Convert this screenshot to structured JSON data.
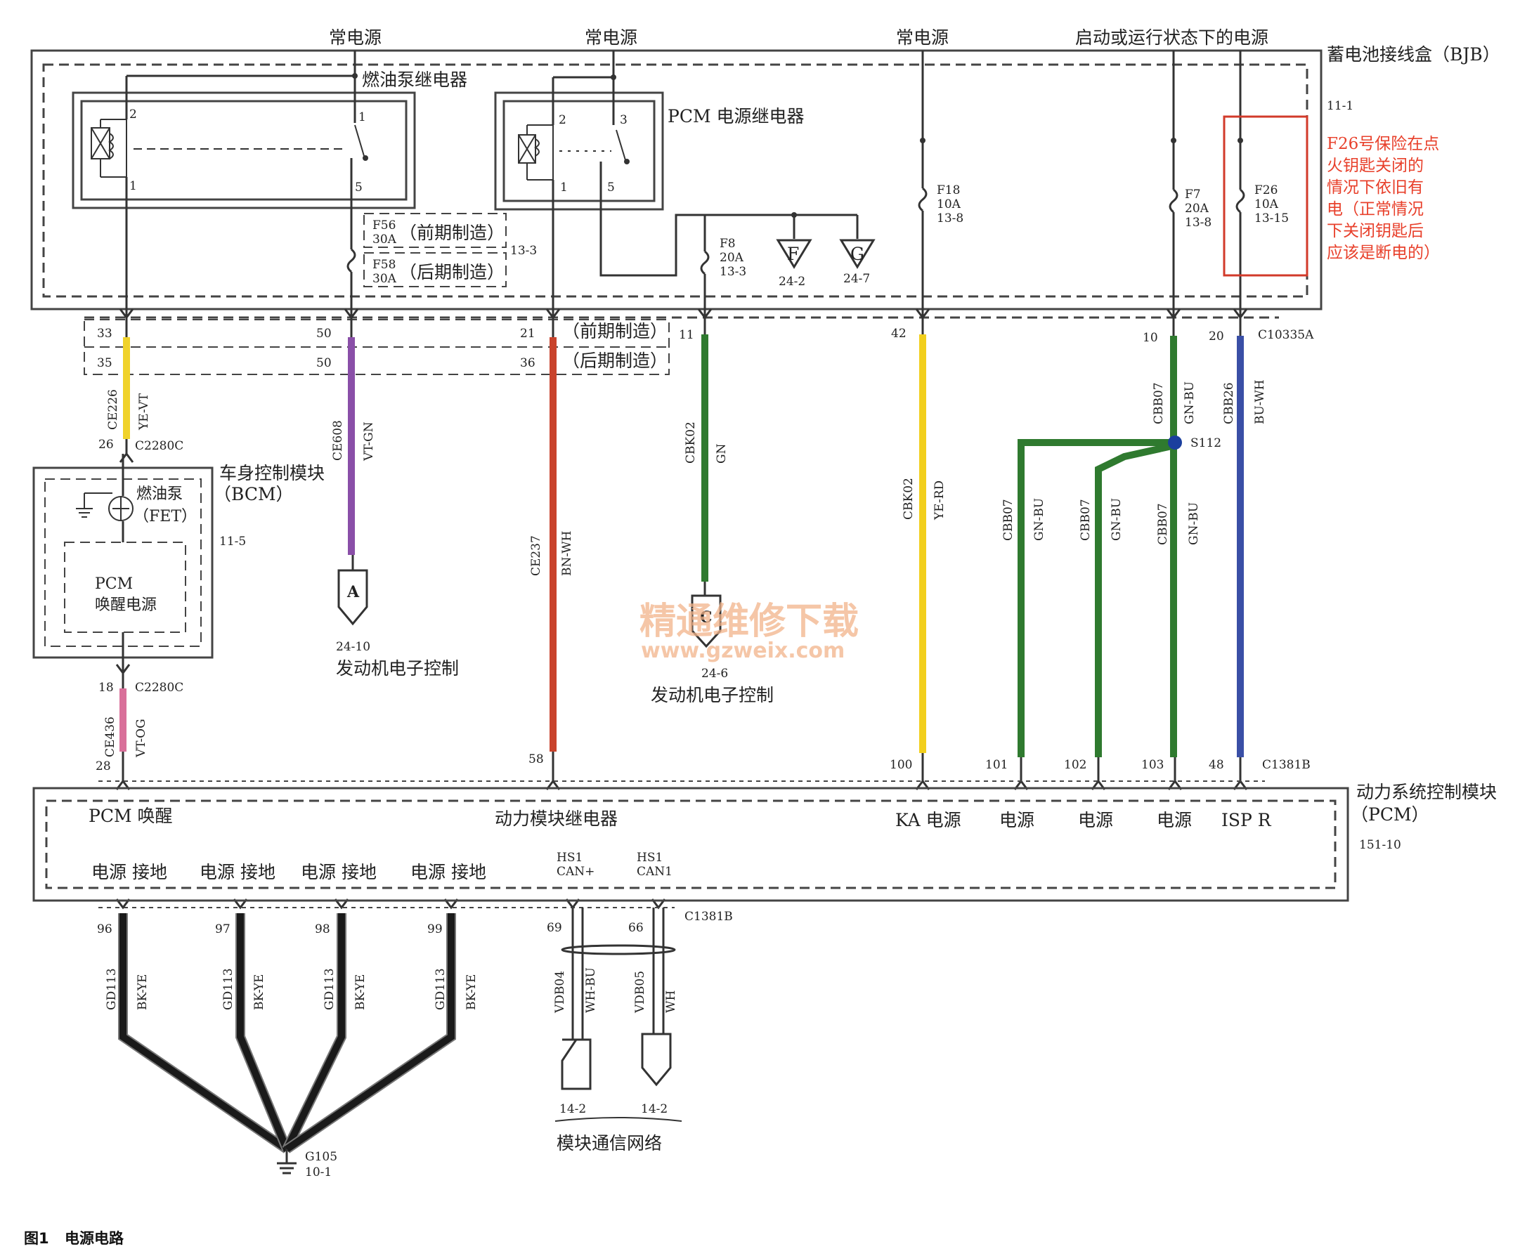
{
  "top_sources": {
    "s1": "常电源",
    "s2": "常电源",
    "s3": "常电源",
    "s4": "启动或运行状态下的电源"
  },
  "bjb": {
    "title": "蓄电池接线盒（BJB）",
    "ref": "11-1",
    "fuel_relay": "燃油泵继电器",
    "pcm_relay": "PCM 电源继电器",
    "relay_pins": {
      "p1": "1",
      "p2": "2",
      "p3": "3",
      "p5": "5"
    },
    "f56": "F56\n30A",
    "early": "（前期制造）",
    "f58": "F58\n30A",
    "late": "（后期制造）",
    "ref_13_3": "13-3",
    "f8": [
      "F8",
      "20A",
      "13-3"
    ],
    "f18": [
      "F18",
      "10A",
      "13-8"
    ],
    "f7": [
      "F7",
      "20A",
      "13-8"
    ],
    "f26": [
      "F26",
      "10A",
      "13-15"
    ],
    "ground_f": "F",
    "ground_g": "G",
    "ref_24_2": "24-2",
    "ref_24_7": "24-7",
    "connector": "C10335A",
    "note": [
      "F26号保险在点",
      "火钥匙关闭的",
      "情况下依旧有",
      "电（正常情况",
      "下关闭钥匙后",
      "应该是断电的）"
    ]
  },
  "pins_top": {
    "p33": "33",
    "p35": "35",
    "p50a": "50",
    "p50b": "50",
    "p21": "21",
    "p36": "36",
    "p11": "11",
    "p42": "42",
    "p10": "10",
    "p20": "20",
    "early": "（前期制造）",
    "late": "（后期制造）"
  },
  "wires": {
    "ce226": [
      "CE226",
      "YE-VT"
    ],
    "ce608": [
      "CE608",
      "VT-GN"
    ],
    "ce237": [
      "CE237",
      "BN-WH"
    ],
    "cbk02a": [
      "CBK02",
      "GN"
    ],
    "cbk02b": [
      "CBK02",
      "YE-RD"
    ],
    "cbb07a": [
      "CBB07",
      "GN-BU"
    ],
    "cbb07b": [
      "CBB07",
      "GN-BU"
    ],
    "cbb07c": [
      "CBB07",
      "GN-BU"
    ],
    "cbb07d": [
      "CBB07",
      "GN-BU"
    ],
    "cbb26": [
      "CBB26",
      "BU-WH"
    ],
    "ce436": [
      "CE436",
      "VT-OG"
    ],
    "gd113": [
      "GD113",
      "BK-YE"
    ],
    "vdb04": [
      "VDB04",
      "WH-BU"
    ],
    "vdb05": [
      "VDB05",
      "WH"
    ]
  },
  "splice": "S112",
  "bcm": {
    "title": "车身控制模块",
    "abbr": "（BCM）",
    "fuel_pump": "燃油泵",
    "fet": "（FET）",
    "pcm": "PCM",
    "wake": "唤醒电源",
    "ref": "11-5",
    "pin_top": "26",
    "conn_top": "C2280C",
    "pin_bottom": "18",
    "conn_bottom": "C2280C"
  },
  "offpage": {
    "a": "A",
    "a_ref": "24-10",
    "a_label": "发动机电子控制",
    "c": "C",
    "c_ref": "24-6",
    "c_label": "发动机电子控制"
  },
  "pins_pcm_top": {
    "p28": "28",
    "p58": "58",
    "p100": "100",
    "p101": "101",
    "p102": "102",
    "p103": "103",
    "p48": "48",
    "conn": "C1381B"
  },
  "pcm": {
    "title": "动力系统控制模块",
    "abbr": "（PCM）",
    "ref": "151-10",
    "wake": "PCM 唤醒",
    "relay": "动力模块继电器",
    "ka": "KA 电源",
    "power": "电源",
    "isp": "ISP R",
    "pg": "电源 接地",
    "hs1": "HS1",
    "can_plus": "CAN+",
    "can1": "CAN1"
  },
  "pins_pcm_bottom": {
    "p96": "96",
    "p97": "97",
    "p98": "98",
    "p99": "99",
    "p69": "69",
    "p66": "66",
    "conn": "C1381B"
  },
  "ground": {
    "name": "G105",
    "ref": "10-1"
  },
  "network": {
    "ref1": "14-2",
    "ref2": "14-2",
    "label": "模块通信网络"
  },
  "watermark": {
    "cn": "精通维修下载",
    "url": "www.gzweix.com"
  },
  "caption": {
    "num": "图1",
    "title": "电源电路"
  },
  "colors": {
    "ye_vt": "#f0d22a",
    "vt_gn": "#8a4fa8",
    "bn_wh": "#c9432c",
    "gn": "#2f7a2f",
    "ye_rd": "#f2cf1c",
    "bu_wh": "#3a4fa6",
    "vt_og": "#d9709a",
    "bk_ye": "#1a1a1a",
    "splice": "#1b3f9e",
    "note_box": "#d23a2a"
  }
}
